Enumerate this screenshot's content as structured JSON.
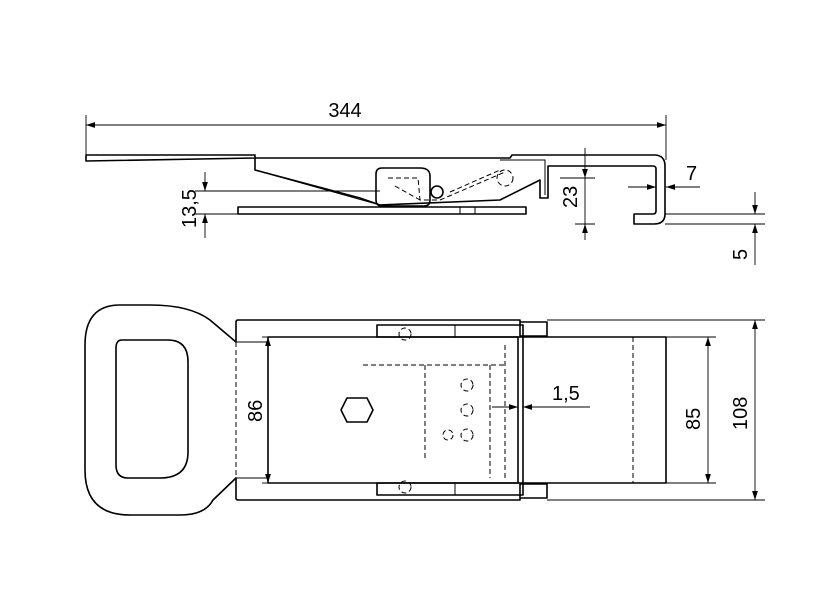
{
  "dimensions": {
    "overall_length": "344",
    "hook_gap": "7",
    "latch_height": "23",
    "base_height": "13,5",
    "hook_thickness": "5",
    "clearance": "1,5",
    "inner_width": "86",
    "keeper_width": "85",
    "overall_width": "108"
  }
}
